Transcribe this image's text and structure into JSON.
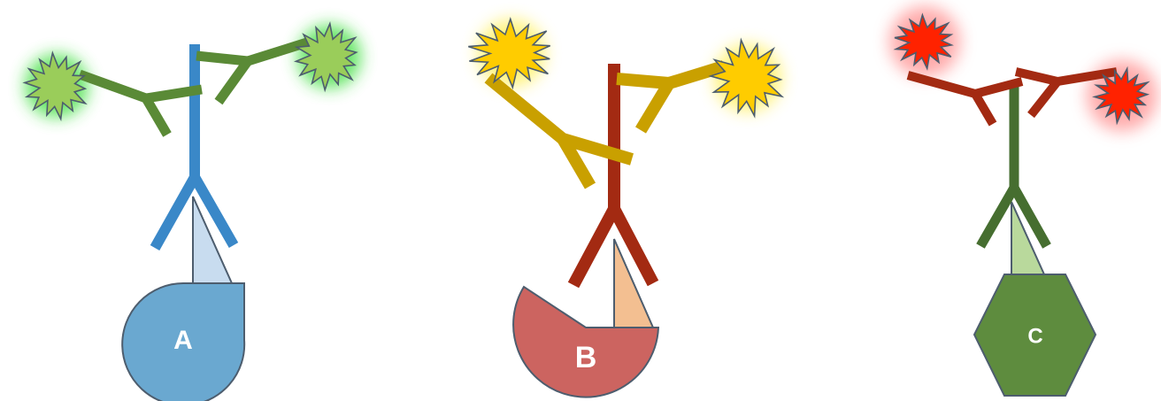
{
  "diagram": {
    "panels": [
      {
        "label": "A",
        "shape": "teardrop",
        "colors": {
          "shape_fill": "#6aa8d0",
          "wedge_fill": "#c8dcef",
          "primary_antibody": "#3a88c8",
          "secondary_antibody": "#5a8a36",
          "fluorophore": "#9acd5a",
          "glow": "#33dd33"
        }
      },
      {
        "label": "B",
        "shape": "pacman",
        "colors": {
          "shape_fill": "#cc6460",
          "wedge_fill": "#f3bf91",
          "primary_antibody": "#a32a12",
          "secondary_antibody": "#c9a000",
          "fluorophore": "#ffcc00",
          "glow": "#ffee44"
        }
      },
      {
        "label": "C",
        "shape": "hexagon",
        "colors": {
          "shape_fill": "#5e8c3e",
          "wedge_fill": "#b9d99c",
          "primary_antibody": "#466e30",
          "secondary_antibody": "#a32a12",
          "fluorophore": "#ff2200",
          "glow": "#ff6666"
        }
      }
    ],
    "outline_color": "#4d5d6e"
  }
}
